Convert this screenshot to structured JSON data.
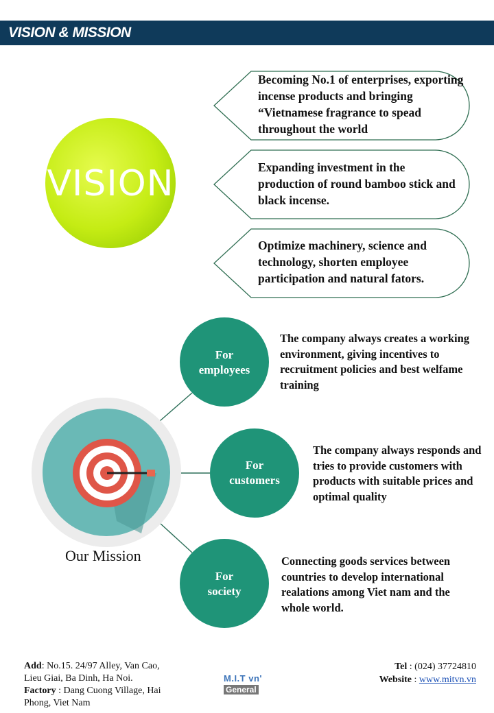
{
  "header": {
    "title": "VISION & MISSION"
  },
  "vision": {
    "badge_text": "VISION",
    "bubbles": [
      {
        "text": "Becoming No.1  of enterprises, exporting incense products and bringing “Vietnamese fragrance to spead throughout the world"
      },
      {
        "text": "Expanding investment in the production of round  bamboo stick and black incense."
      },
      {
        "text": "Optimize machinery, science and technology, shorten employee participation and natural fators."
      }
    ]
  },
  "mission": {
    "title": "Our Mission",
    "items": [
      {
        "label_line1": "For",
        "label_line2": "employees",
        "text": "The company always creates a working environment, giving incentives to recruitment policies and best welfame training"
      },
      {
        "label_line1": "For",
        "label_line2": "customers",
        "text": "The company always responds and tries to provide customers with products with suitable prices and optimal quality"
      },
      {
        "label_line1": "For",
        "label_line2": "society",
        "text": "Connecting goods services between countries to develop international realations among Viet nam and the whole world."
      }
    ]
  },
  "footer": {
    "add_label": "Add",
    "add_value": ": No.15. 24/97 Alley, Van Cao, Lieu Giai, Ba Dinh, Ha Noi.",
    "factory_label": "Factory",
    "factory_value": " : Dang Cuong Village, Hai Phong, Viet Nam",
    "tel_label": "Tel",
    "tel_value": " : (024) 37724810",
    "website_label": "Website",
    "website_sep": " : ",
    "website_value": "www.mitvn.vn",
    "logo_top": "M.I.T vn'",
    "logo_bottom": "General"
  },
  "colors": {
    "header": "#0f3a5a",
    "vision_green": "#c9ef1a",
    "mission_teal": "#1f9478",
    "target_red": "#e0574a"
  }
}
